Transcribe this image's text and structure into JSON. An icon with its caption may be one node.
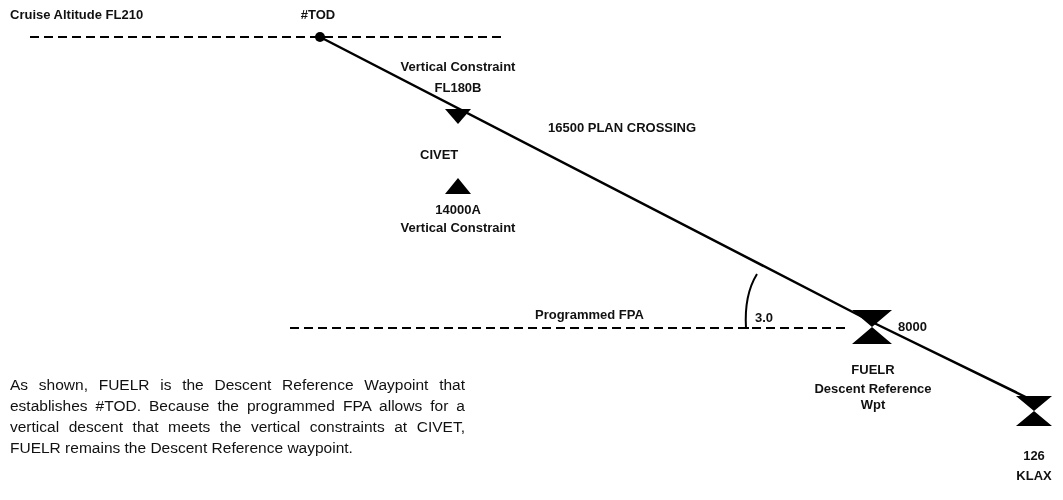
{
  "diagram": {
    "caption": "As shown, FUELR is the Descent Reference Waypoint that establishes #TOD. Because the programmed FPA allows for a vertical descent that meets the vertical constraints at CIVET, FUELR remains the Descent Reference waypoint.",
    "labels": [
      "Cruise Altitude FL210",
      "#TOD",
      "Vertical Constraint",
      "FL180B",
      "CIVET",
      "16500 PLAN CROSSING",
      "14000A",
      "Vertical Constraint",
      "Programmed FPA",
      "3.0",
      "8000",
      "FUELR",
      "Descent Reference Wpt",
      "126",
      "KLAX"
    ]
  }
}
